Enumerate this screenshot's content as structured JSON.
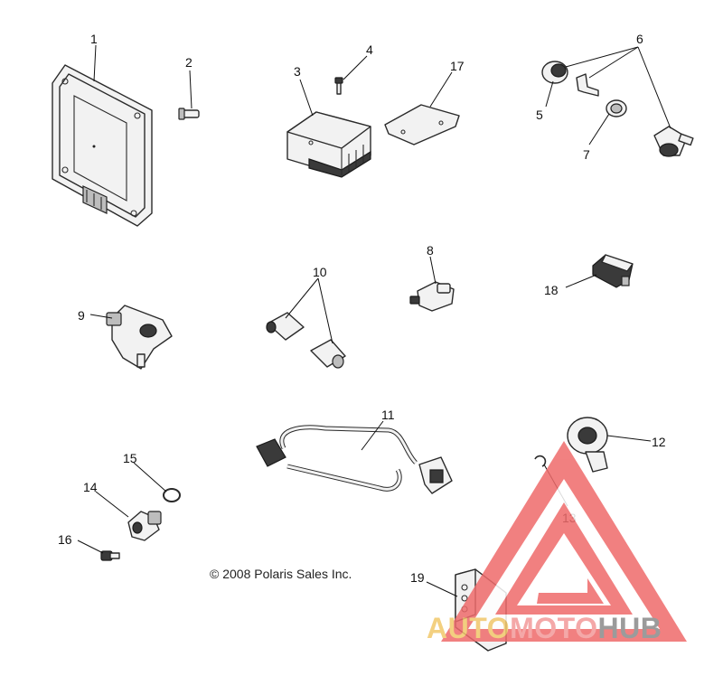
{
  "copyright": "© 2008 Polaris Sales Inc.",
  "callouts": {
    "c1": "1",
    "c2": "2",
    "c3": "3",
    "c4": "4",
    "c5": "5",
    "c6": "6",
    "c7": "7",
    "c8": "8",
    "c9": "9",
    "c10": "10",
    "c11": "11",
    "c12": "12",
    "c13": "13",
    "c14": "14",
    "c15": "15",
    "c16": "16",
    "c17": "17",
    "c18": "18",
    "c19": "19"
  },
  "watermark": {
    "part1": "AUTO",
    "part2": "MOTO",
    "part3": "HUB",
    "color_auto": "#f2c86b",
    "color_moto": "#f39a9a",
    "color_hub": "#8a8a8a",
    "triangle_color": "#ef6b6b"
  }
}
